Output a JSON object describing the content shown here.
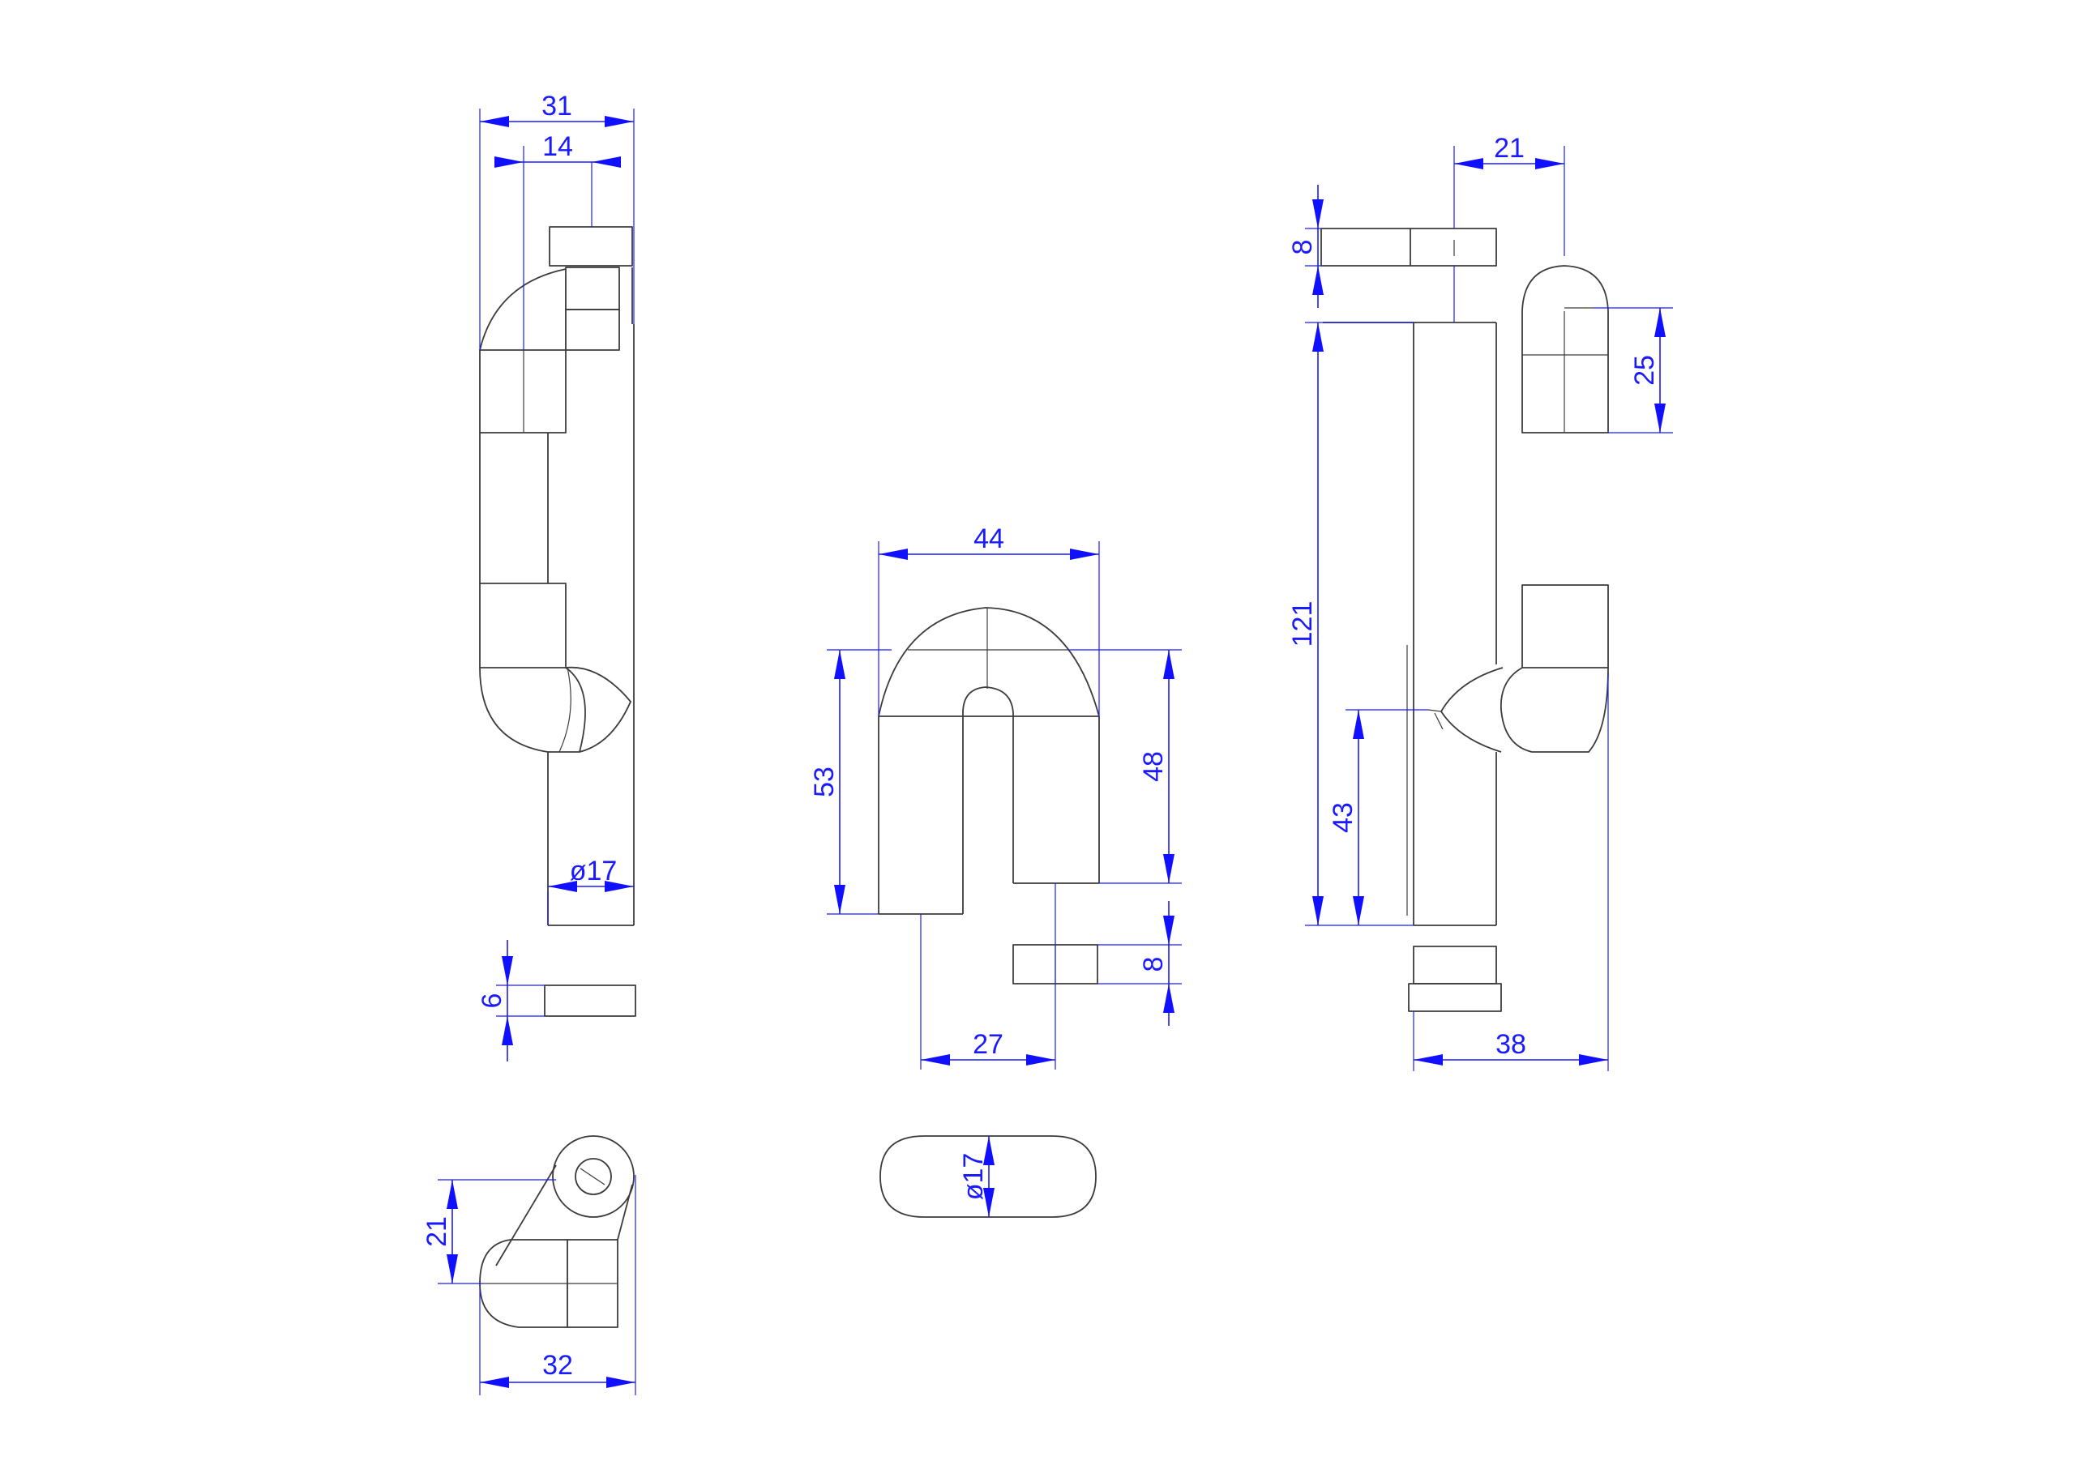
{
  "colors": {
    "outline": "#3c3c3c",
    "dimension": "#1a1aff",
    "background": "#ffffff"
  },
  "dimensions": {
    "d31": "31",
    "d14": "14",
    "dia17_side": "ø17",
    "d6": "6",
    "d21_plan": "21",
    "d32": "32",
    "d44": "44",
    "d53": "53",
    "d48": "48",
    "d8_mid": "8",
    "d27": "27",
    "dia17_plan": "ø17",
    "d21_top": "21",
    "d8_right": "8",
    "d25": "25",
    "d121": "121",
    "d43": "43",
    "d38": "38"
  }
}
